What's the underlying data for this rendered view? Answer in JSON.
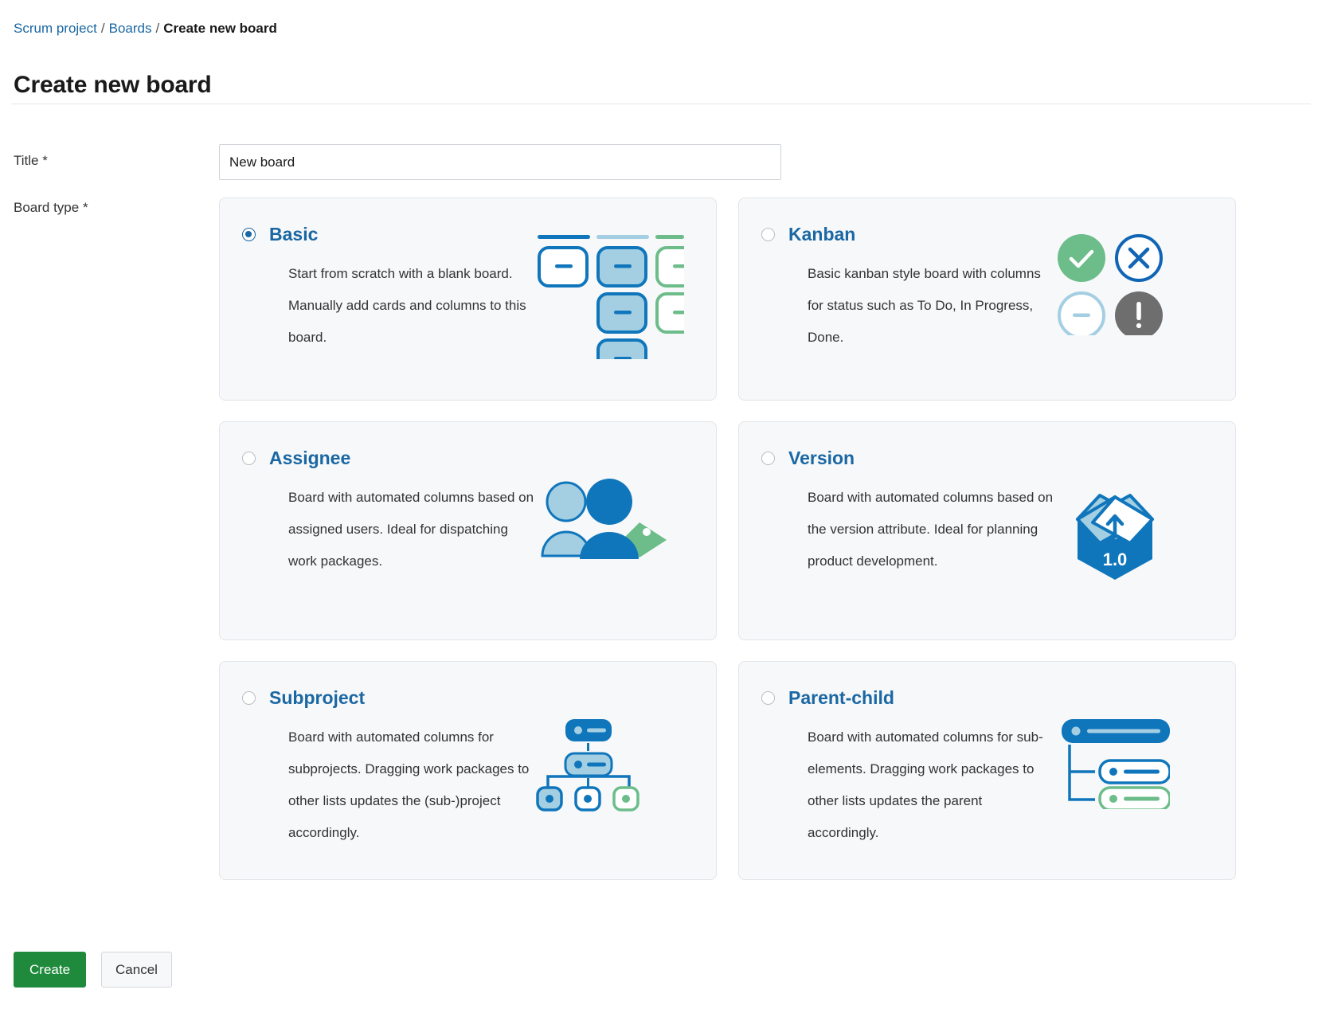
{
  "breadcrumb": {
    "project": "Scrum project",
    "boards": "Boards",
    "separator": "/",
    "current": "Create new board"
  },
  "page_title": "Create new board",
  "form": {
    "title_label": "Title *",
    "title_value": "New board",
    "title_placeholder": "New board",
    "board_type_label": "Board type *"
  },
  "board_types": [
    {
      "id": "basic",
      "label": "Basic",
      "description": "Start from scratch with a blank board. Manually add cards and columns to this board.",
      "selected": true,
      "icon": "blank-board-columns-icon"
    },
    {
      "id": "kanban",
      "label": "Kanban",
      "description": "Basic kanban style board with columns for status such as To Do, In Progress, Done.",
      "selected": false,
      "icon": "status-circles-icon"
    },
    {
      "id": "assignee",
      "label": "Assignee",
      "description": "Board with automated columns based on assigned users. Ideal for dispatching work packages.",
      "selected": false,
      "icon": "users-tag-icon"
    },
    {
      "id": "version",
      "label": "Version",
      "description": "Board with automated columns based on the version attribute. Ideal for planning product development.",
      "selected": false,
      "icon": "version-box-icon",
      "badge": "1.0"
    },
    {
      "id": "subproject",
      "label": "Subproject",
      "description": "Board with automated columns for subprojects. Dragging work packages to other lists updates the (sub-)project accordingly.",
      "selected": false,
      "icon": "subproject-tree-icon"
    },
    {
      "id": "parent-child",
      "label": "Parent-child",
      "description": "Board with automated columns for sub-elements. Dragging work packages to other lists updates the parent accordingly.",
      "selected": false,
      "icon": "parent-child-tree-icon"
    }
  ],
  "actions": {
    "create_label": "Create",
    "cancel_label": "Cancel"
  },
  "colors": {
    "link": "#1a67a3",
    "primary_blue": "#1076bc",
    "light_blue": "#a4cfe3",
    "green": "#6cbd8a",
    "green_button": "#1f8a3b",
    "grey": "#6e6e6e",
    "card_bg": "#f7f8f9",
    "card_border": "#e2e5e9"
  }
}
